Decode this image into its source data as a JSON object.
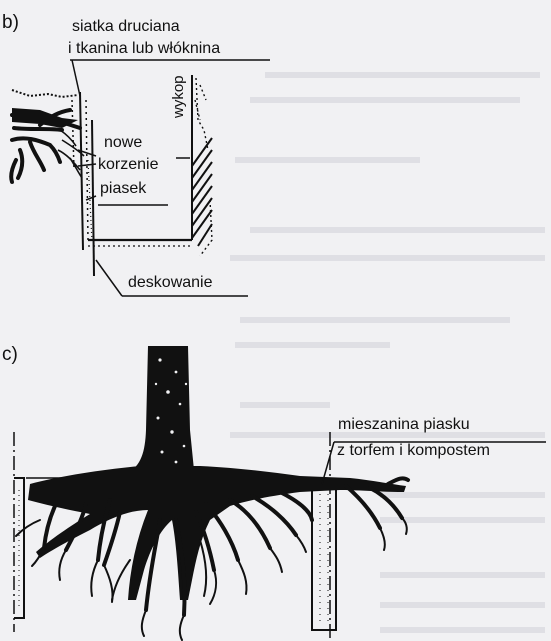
{
  "panel_b": {
    "letter": "b)",
    "labels": {
      "mesh_line1": "siatka druciana",
      "mesh_line2": "i tkanina lub włóknina",
      "excavation": "wykop",
      "new": "nowe",
      "roots": "korzenie",
      "sand": "piasek",
      "formwork": "deskowanie"
    }
  },
  "panel_c": {
    "letter": "c)",
    "labels": {
      "mix_line1": "mieszanina piasku",
      "mix_line2": "z torfem i kompostem"
    }
  },
  "colors": {
    "ink": "#111111",
    "paper": "#f1f1f3"
  }
}
